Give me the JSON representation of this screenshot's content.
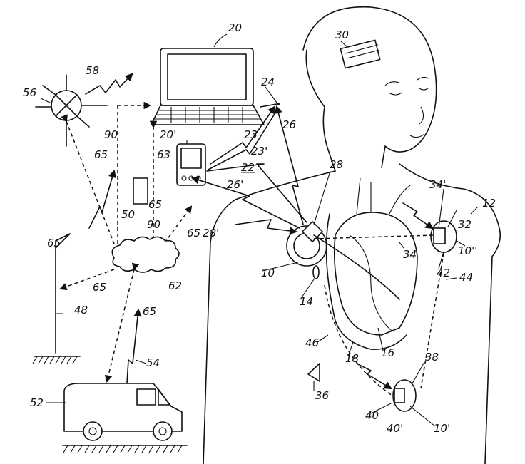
{
  "figure": {
    "labels": [
      "20",
      "56",
      "58",
      "24",
      "30",
      "20'",
      "23",
      "26",
      "23'",
      "22",
      "90",
      "65",
      "63",
      "28",
      "34'",
      "12",
      "26'",
      "65",
      "50",
      "90",
      "65",
      "65",
      "32",
      "28'",
      "34",
      "10''",
      "42",
      "44",
      "65",
      "10",
      "14",
      "62",
      "48",
      "65",
      "46",
      "18",
      "16",
      "38",
      "54",
      "36",
      "52",
      "40",
      "40'",
      "10'"
    ]
  }
}
